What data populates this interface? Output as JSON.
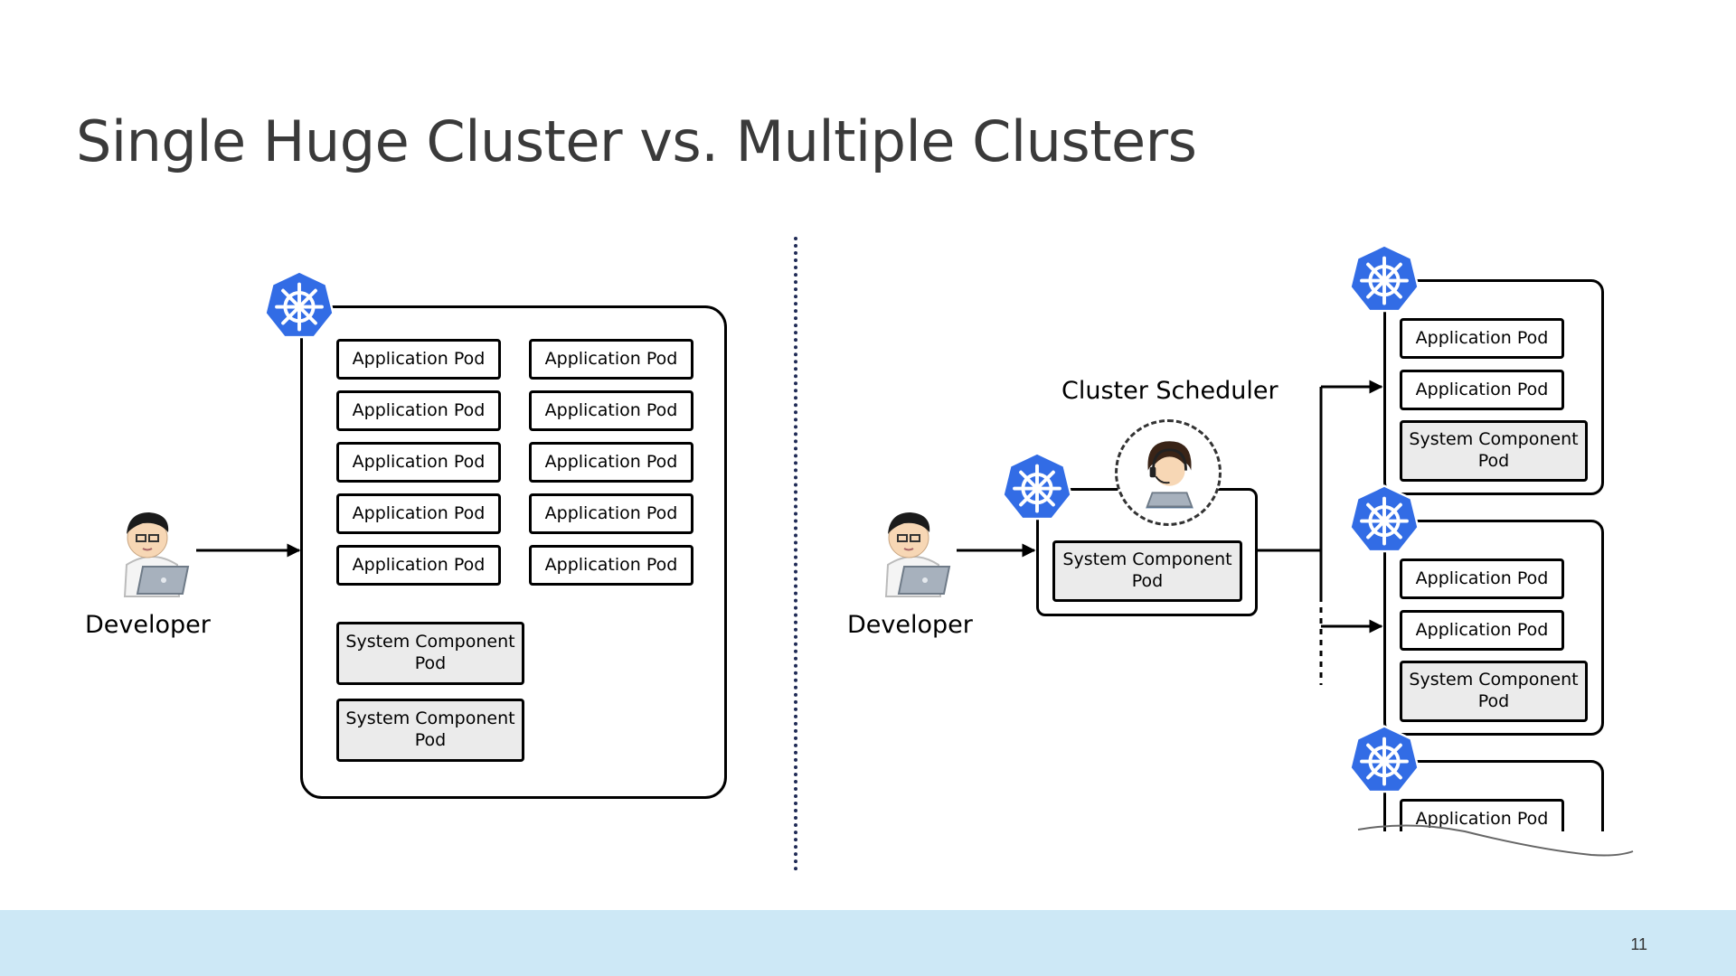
{
  "slide": {
    "title": "Single Huge Cluster vs. Multiple Clusters",
    "page_number": "11"
  },
  "left": {
    "developer_label": "Developer",
    "application_pods": [
      "Application Pod",
      "Application Pod",
      "Application Pod",
      "Application Pod",
      "Application Pod",
      "Application Pod",
      "Application Pod",
      "Application Pod",
      "Application Pod",
      "Application Pod"
    ],
    "system_pods": [
      "System Component Pod",
      "System Component Pod"
    ]
  },
  "right": {
    "developer_label": "Developer",
    "scheduler_label": "Cluster Scheduler",
    "scheduler_pod": "System Component Pod",
    "cluster_1": {
      "application_pods": [
        "Application Pod",
        "Application Pod"
      ],
      "system_pod": "System Component Pod"
    },
    "cluster_2": {
      "application_pods": [
        "Application Pod",
        "Application Pod"
      ],
      "system_pod": "System Component Pod"
    },
    "cluster_3": {
      "application_pods": [
        "Application Pod"
      ]
    }
  },
  "icons": {
    "kubernetes": "kubernetes-icon",
    "developer": "developer-icon",
    "operator": "operator-icon"
  },
  "colors": {
    "kubernetes_blue": "#326ce5",
    "footer": "#cde8f6",
    "system_pod_fill": "#ebebeb",
    "divider": "#1f2a55"
  }
}
